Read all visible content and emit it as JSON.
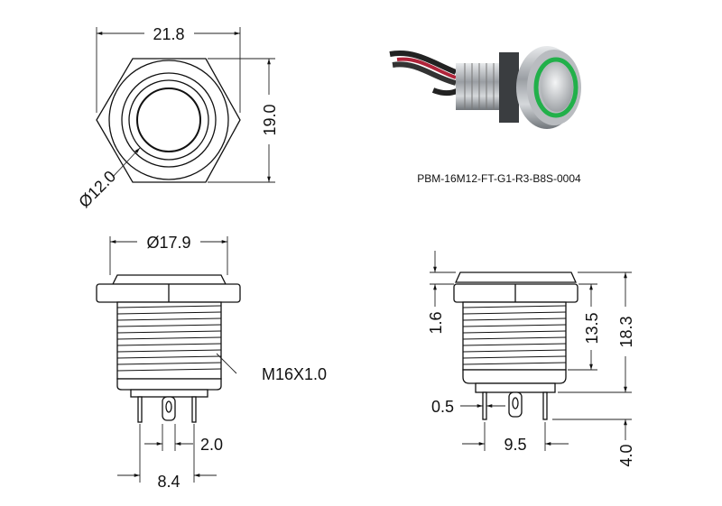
{
  "part_number": "PBM-16M12-FT-G1-R3-B8S-0004",
  "top_view": {
    "width": "21.8",
    "height": "19.0",
    "diameter": "Ø12.0"
  },
  "side_view_left": {
    "diameter": "Ø17.9",
    "thread": "M16X1.0",
    "pin_gap": "2.0",
    "pin_span": "8.4"
  },
  "side_view_right": {
    "cap_height": "1.6",
    "thread_length": "13.5",
    "total_height": "18.3",
    "pin_thickness": "0.5",
    "pin_span": "9.5",
    "pin_length": "4.0"
  },
  "colors": {
    "led_ring": "#22b04a",
    "metal": "#c9ccd0"
  }
}
